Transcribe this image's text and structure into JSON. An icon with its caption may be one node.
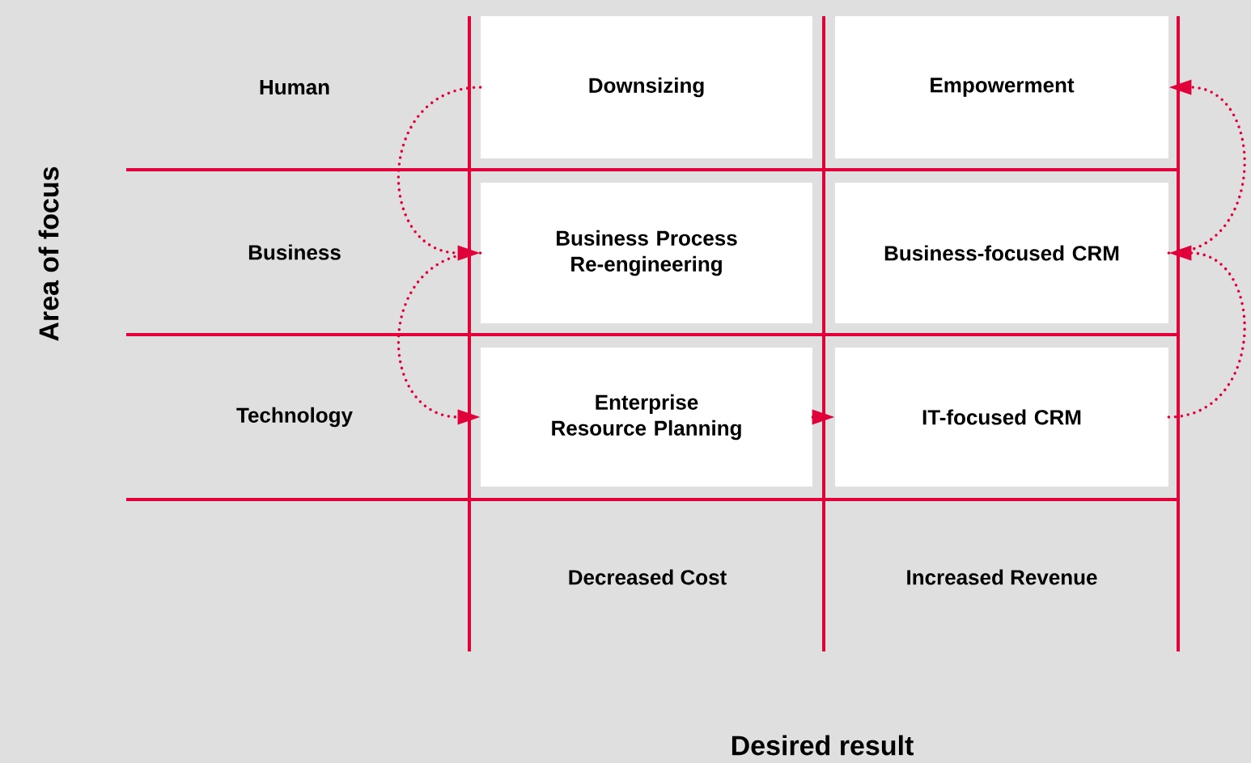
{
  "diagram": {
    "nodes": [
      {
        "text": [
          "Downsizing"
        ]
      },
      {
        "text": [
          "Empowerment"
        ]
      },
      {
        "text": [
          "Business Process Re-engineering"
        ]
      },
      {
        "text": [
          "Business-focused CRM"
        ]
      },
      {
        "text": [
          "Enterprise Resource Planning"
        ]
      },
      {
        "text": [
          "IT-focused CRM"
        ]
      }
    ],
    "edges": [
      {
        "from": 0,
        "to": 2,
        "arrow": "to"
      },
      {
        "from": 2,
        "to": 4,
        "arrow": "to"
      },
      {
        "from": 4,
        "to": 5,
        "arrow": "to"
      },
      {
        "from": 5,
        "to": 3,
        "arrow": "to"
      },
      {
        "from": 3,
        "to": 1,
        "arrow": "to"
      }
    ],
    "labels": [
      "Area of focus",
      "Human",
      "Business",
      "Technology",
      "Decreased Cost",
      "Increased Revenue",
      "Desired result"
    ]
  }
}
